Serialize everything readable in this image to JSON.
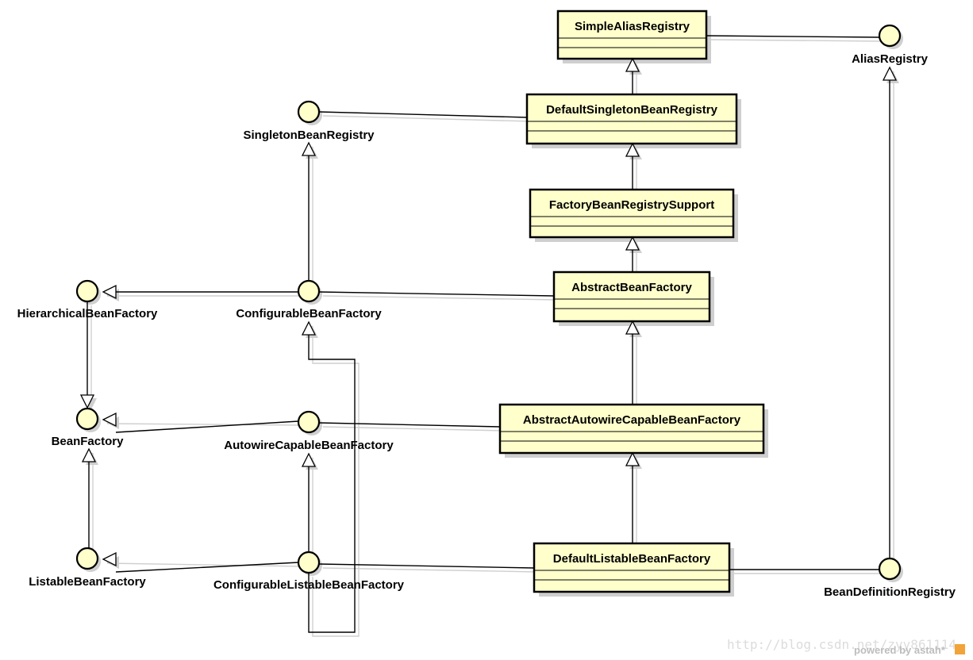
{
  "classes": [
    {
      "key": "simple_alias",
      "name": "SimpleAliasRegistry"
    },
    {
      "key": "default_singleton",
      "name": "DefaultSingletonBeanRegistry"
    },
    {
      "key": "factory_bean_support",
      "name": "FactoryBeanRegistrySupport"
    },
    {
      "key": "abstract_bean_factory",
      "name": "AbstractBeanFactory"
    },
    {
      "key": "abstract_autowire",
      "name": "AbstractAutowireCapableBeanFactory"
    },
    {
      "key": "default_listable",
      "name": "DefaultListableBeanFactory"
    }
  ],
  "interfaces": [
    {
      "key": "alias_registry",
      "name": "AliasRegistry"
    },
    {
      "key": "singleton_registry",
      "name": "SingletonBeanRegistry"
    },
    {
      "key": "hierarchical",
      "name": "HierarchicalBeanFactory"
    },
    {
      "key": "configurable",
      "name": "ConfigurableBeanFactory"
    },
    {
      "key": "bean_factory",
      "name": "BeanFactory"
    },
    {
      "key": "autowire_capable",
      "name": "AutowireCapableBeanFactory"
    },
    {
      "key": "listable",
      "name": "ListableBeanFactory"
    },
    {
      "key": "configurable_listable",
      "name": "ConfigurableListableBeanFactory"
    },
    {
      "key": "bean_definition_registry",
      "name": "BeanDefinitionRegistry"
    }
  ],
  "relations": [
    {
      "type": "generalization",
      "from": "default_singleton",
      "to": "simple_alias"
    },
    {
      "type": "generalization",
      "from": "factory_bean_support",
      "to": "default_singleton"
    },
    {
      "type": "generalization",
      "from": "abstract_bean_factory",
      "to": "factory_bean_support"
    },
    {
      "type": "generalization",
      "from": "abstract_autowire",
      "to": "abstract_bean_factory"
    },
    {
      "type": "generalization",
      "from": "default_listable",
      "to": "abstract_autowire"
    },
    {
      "type": "realization",
      "from": "simple_alias",
      "to": "alias_registry"
    },
    {
      "type": "realization",
      "from": "default_singleton",
      "to": "singleton_registry"
    },
    {
      "type": "realization",
      "from": "abstract_bean_factory",
      "to": "configurable"
    },
    {
      "type": "realization",
      "from": "abstract_autowire",
      "to": "autowire_capable"
    },
    {
      "type": "realization",
      "from": "default_listable",
      "to": "configurable_listable"
    },
    {
      "type": "realization",
      "from": "default_listable",
      "to": "bean_definition_registry"
    },
    {
      "type": "generalization",
      "from": "bean_definition_registry",
      "to": "alias_registry"
    },
    {
      "type": "generalization",
      "from": "configurable",
      "to": "hierarchical"
    },
    {
      "type": "generalization",
      "from": "configurable",
      "to": "singleton_registry"
    },
    {
      "type": "generalization",
      "from": "hierarchical",
      "to": "bean_factory"
    },
    {
      "type": "generalization",
      "from": "autowire_capable",
      "to": "bean_factory"
    },
    {
      "type": "generalization",
      "from": "listable",
      "to": "bean_factory"
    },
    {
      "type": "generalization",
      "from": "configurable_listable",
      "to": "listable"
    },
    {
      "type": "generalization",
      "from": "configurable_listable",
      "to": "autowire_capable"
    },
    {
      "type": "generalization",
      "from": "configurable_listable",
      "to": "configurable"
    }
  ],
  "watermark": {
    "url": "http://blog.csdn.net/zyy861114",
    "powered_by": "powered by astah*"
  },
  "colors": {
    "class_fill": "#ffffcc",
    "interface_fill": "#ffffcc",
    "line": "#000000",
    "shadow": "#cfcfcf",
    "logo": "#f2a33a"
  }
}
